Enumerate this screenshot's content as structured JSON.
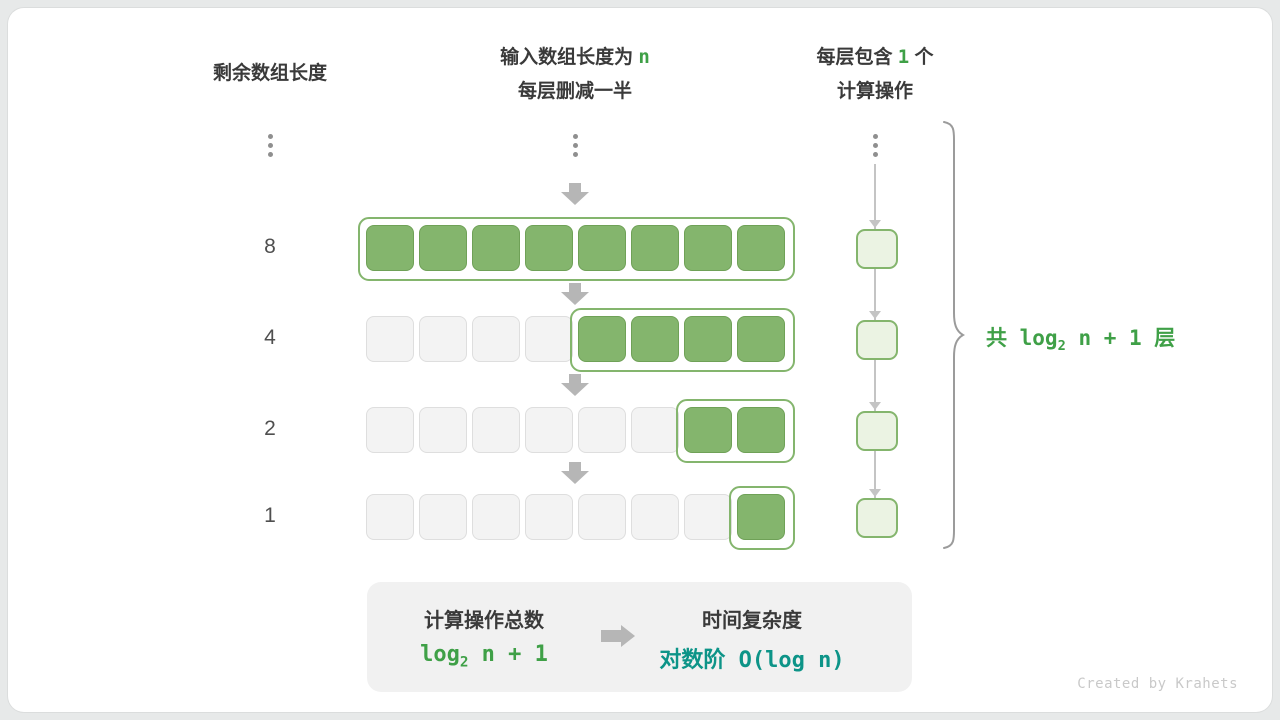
{
  "colors": {
    "green_fill": "#84b56d",
    "green_edge": "#6fa157",
    "green_light": "#ebf3e3",
    "green_text": "#3fa047",
    "teal_text": "#0d9488",
    "gray_fill": "#f3f3f3",
    "gray_edge": "#dedede",
    "arrow": "#b6b6b6",
    "line": "#c4c4c4",
    "text_dark": "#3a3a3a",
    "label_gray": "#4f4f4f",
    "brace": "#9b9b9b",
    "summary_bg": "#f1f1f1",
    "watermark": "#c9c9c9"
  },
  "headers": {
    "left": "剩余数组长度",
    "middle": {
      "line1_pre": "输入数组长度为 ",
      "line1_var": "n",
      "line2": "每层删减一半"
    },
    "right": {
      "line1_pre": "每层包含 ",
      "line1_var": "1",
      "line1_post": " 个",
      "line2": "计算操作"
    }
  },
  "rows": [
    {
      "label": "8",
      "total": 8,
      "green": 8
    },
    {
      "label": "4",
      "total": 8,
      "green": 4
    },
    {
      "label": "2",
      "total": 8,
      "green": 2
    },
    {
      "label": "1",
      "total": 8,
      "green": 1
    }
  ],
  "brace": {
    "pre": "共 log",
    "sub": "2",
    "post": " n + 1 层"
  },
  "summary": {
    "ops_title": "计算操作总数",
    "ops_formula": {
      "pre": "log",
      "sub": "2",
      "post": " n + 1"
    },
    "time_title": "时间复杂度",
    "time_formula": "对数阶 O(log n)"
  },
  "watermark": "Created by Krahets"
}
